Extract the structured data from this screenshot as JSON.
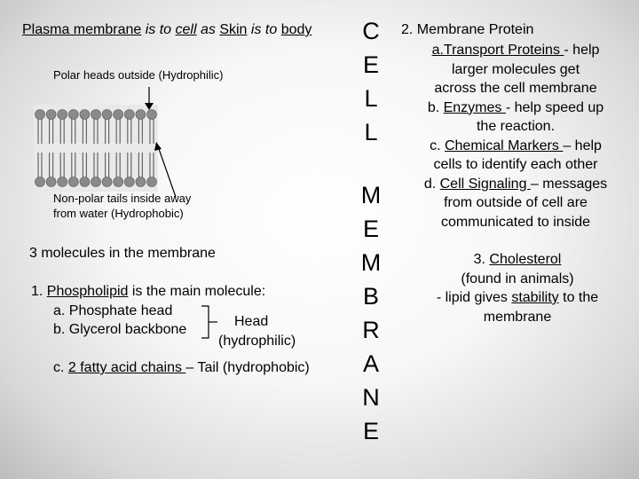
{
  "left": {
    "title": {
      "p1": "Plasma membrane",
      "p2": " is to ",
      "p3": "cell",
      "p4": " as ",
      "p5": "Skin",
      "p6": " is to ",
      "p7": "body"
    },
    "polar_label": "Polar heads outside (Hydrophilic)",
    "nonpolar_label_1": "Non-polar tails inside away",
    "nonpolar_label_2": "from water (Hydrophobic)",
    "molecules_heading": "3 molecules in the membrane",
    "item1_prefix": "1. ",
    "item1_term": "Phospholipid",
    "item1_rest": " is the main molecule:",
    "item1a": "a. Phosphate head",
    "item1b": "b. Glycerol backbone",
    "head_label": "Head",
    "head_sub": "(hydrophilic)",
    "item1c_prefix": "c. ",
    "item1c_term": "2 fatty acid chains ",
    "item1c_rest": "– Tail (hydrophobic)"
  },
  "vertical": {
    "cell": [
      "C",
      "E",
      "L",
      "L"
    ],
    "membrane": [
      "M",
      "E",
      "M",
      "B",
      "R",
      "A",
      "N",
      "E"
    ]
  },
  "right": {
    "heading": "2. Membrane Protein",
    "a_term": "a.Transport Proteins ",
    "a_rest": "- help",
    "a_l2": "larger molecules get",
    "a_l3": "across the cell membrane",
    "b_prefix": "b. ",
    "b_term": "Enzymes ",
    "b_rest": "- help speed up",
    "b_l2": "the reaction.",
    "c_prefix": "c. ",
    "c_term": "Chemical Markers ",
    "c_rest": "– help",
    "c_l2": "cells to identify each other",
    "d_prefix": "d. ",
    "d_term": "Cell Signaling ",
    "d_rest": "– messages",
    "d_l2": "from outside of cell are",
    "d_l3": "communicated to inside",
    "chol_prefix": "3. ",
    "chol_term": "Cholesterol",
    "chol_l2": "(found in animals)",
    "chol_l3_prefix": "- lipid gives ",
    "chol_l3_term": "stability",
    "chol_l3_rest": " to the",
    "chol_l4": "membrane"
  }
}
